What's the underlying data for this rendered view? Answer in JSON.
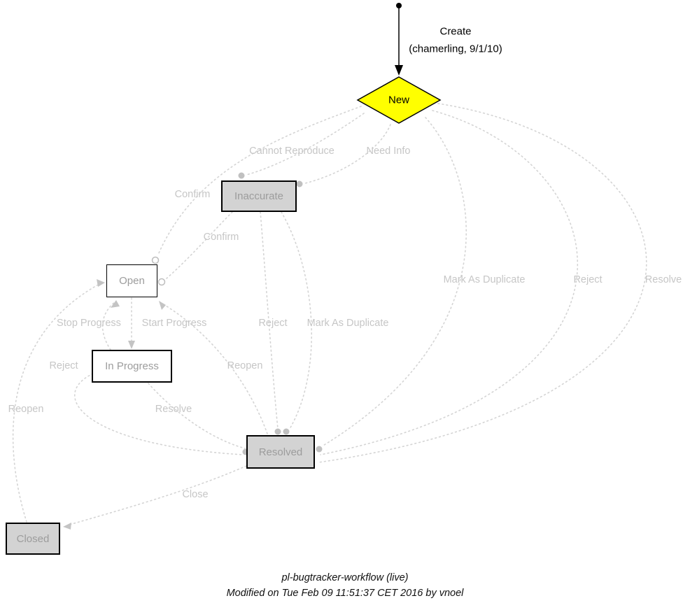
{
  "diagram": {
    "title": "pl-bugtracker-workflow (live)",
    "footer": {
      "line1": "pl-bugtracker-workflow (live)",
      "line2": "Modified on Tue Feb 09 11:51:37 CET 2016 by vnoel"
    },
    "colors": {
      "active_state_fill": "#ffff00",
      "inactive_state_fill": "#d3d3d3",
      "open_state_fill": "#ffffff",
      "edge_stroke": "#d4d4d4",
      "edge_label_text": "#c6c6c6",
      "node_label_text": "#9c9c9c"
    },
    "nodes": {
      "new": {
        "label": "New",
        "shape": "diamond",
        "fill": "#ffff00"
      },
      "inaccurate": {
        "label": "Inaccurate",
        "shape": "box",
        "fill": "#d3d3d3"
      },
      "open": {
        "label": "Open",
        "shape": "box",
        "fill": "#ffffff"
      },
      "in_progress": {
        "label": "In Progress",
        "shape": "box",
        "fill": "#ffffff"
      },
      "resolved": {
        "label": "Resolved",
        "shape": "box",
        "fill": "#d3d3d3"
      },
      "closed": {
        "label": "Closed",
        "shape": "box",
        "fill": "#d3d3d3"
      }
    },
    "edges": [
      {
        "from": "start",
        "to": "New",
        "label": "Create",
        "sublabel": "(chamerling, 9/1/10)"
      },
      {
        "from": "New",
        "to": "Inaccurate",
        "label": "Cannot Reproduce"
      },
      {
        "from": "New",
        "to": "Inaccurate",
        "label": "Need Info"
      },
      {
        "from": "New",
        "to": "Open",
        "label": "Confirm"
      },
      {
        "from": "Inaccurate",
        "to": "Open",
        "label": "Confirm"
      },
      {
        "from": "New",
        "to": "Resolved",
        "label": "Mark As Duplicate"
      },
      {
        "from": "New",
        "to": "Resolved",
        "label": "Reject"
      },
      {
        "from": "New",
        "to": "Resolved",
        "label": "Resolve"
      },
      {
        "from": "Open",
        "to": "In Progress",
        "label": "Start Progress"
      },
      {
        "from": "In Progress",
        "to": "Open",
        "label": "Stop Progress"
      },
      {
        "from": "Inaccurate",
        "to": "Resolved",
        "label": "Reject"
      },
      {
        "from": "Inaccurate",
        "to": "Resolved",
        "label": "Mark As Duplicate"
      },
      {
        "from": "Resolved",
        "to": "Open",
        "label": "Reopen"
      },
      {
        "from": "In Progress",
        "to": "Resolved",
        "label": "Reject"
      },
      {
        "from": "In Progress",
        "to": "Resolved",
        "label": "Resolve"
      },
      {
        "from": "Closed",
        "to": "Open",
        "label": "Reopen"
      },
      {
        "from": "Resolved",
        "to": "Closed",
        "label": "Close"
      }
    ]
  }
}
